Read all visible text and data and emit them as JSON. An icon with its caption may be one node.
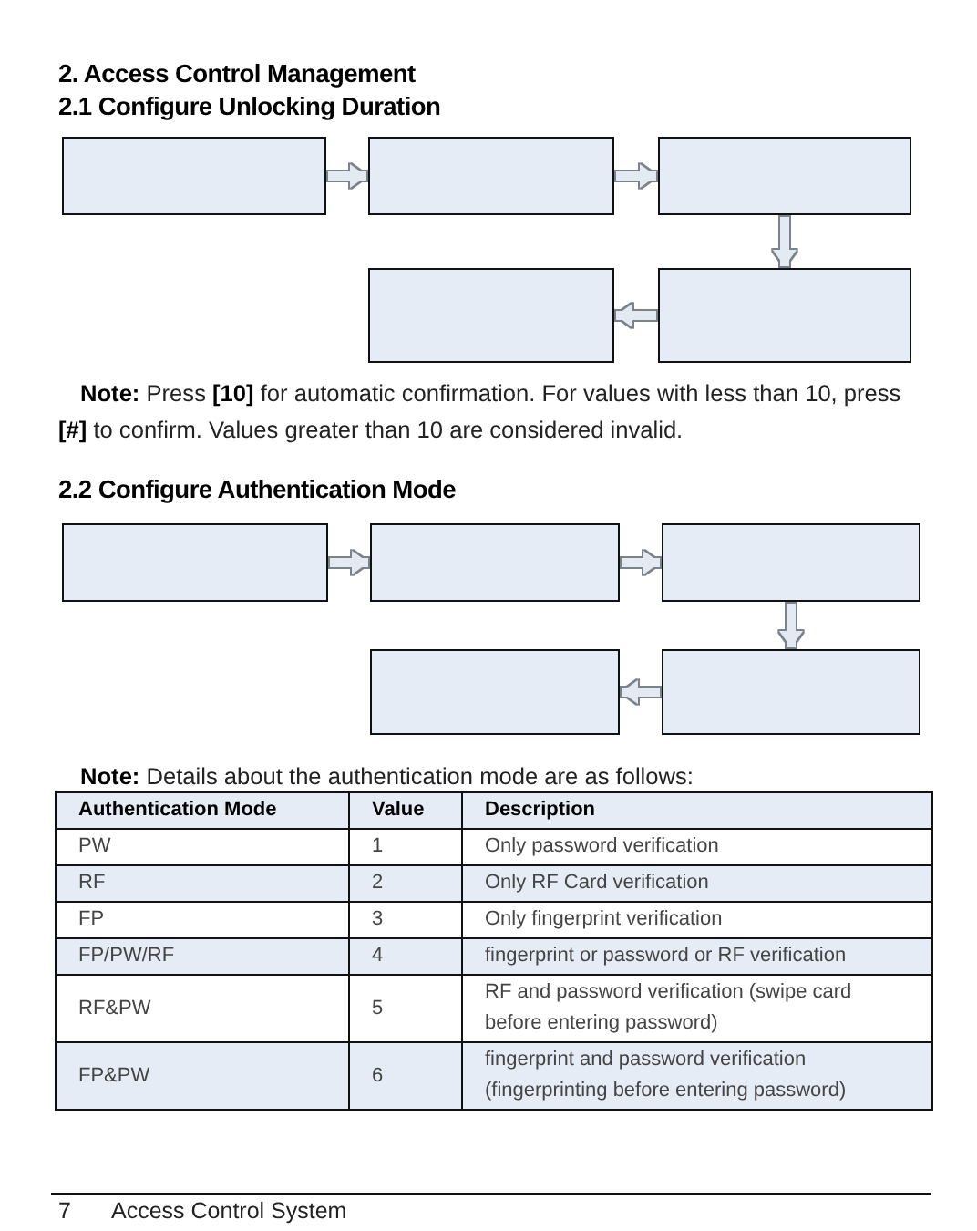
{
  "diagram": {
    "title": "2. Access Control Management",
    "nodes": [
      {
        "text": [],
        "shape": "box"
      },
      {
        "text": [],
        "shape": "box"
      },
      {
        "text": [],
        "shape": "box"
      },
      {
        "text": [],
        "shape": "box"
      },
      {
        "text": [],
        "shape": "box"
      },
      {
        "text": [],
        "shape": "box"
      },
      {
        "text": [],
        "shape": "box"
      },
      {
        "text": [],
        "shape": "box"
      },
      {
        "text": [],
        "shape": "box"
      },
      {
        "text": [],
        "shape": "box"
      }
    ],
    "edges": [
      {
        "from": 0,
        "to": 1,
        "arrow": "to"
      },
      {
        "from": 1,
        "to": 2,
        "arrow": "to"
      },
      {
        "from": 2,
        "to": 4,
        "arrow": "to"
      },
      {
        "from": 4,
        "to": 3,
        "arrow": "to"
      },
      {
        "from": 5,
        "to": 6,
        "arrow": "to"
      },
      {
        "from": 6,
        "to": 7,
        "arrow": "to"
      },
      {
        "from": 7,
        "to": 9,
        "arrow": "to"
      },
      {
        "from": 9,
        "to": 8,
        "arrow": "to"
      }
    ],
    "labels": [
      "2.1 Configure Unlocking Duration",
      "**Note:** Press **[10]** for automatic confirmation. For values with less than 10, press **[#]** to confirm. Values greater than 10 are considered invalid.",
      "2.2 Configure Authentication Mode",
      "**Note:** Details about the authentication mode are as follows:",
      "Authentication Mode",
      "Value",
      "Description",
      "PW",
      "1",
      "Only password verification",
      "RF",
      "2",
      "Only RF Card verification",
      "FP",
      "3",
      "Only fingerprint verification",
      "FP/PW/RF",
      "4",
      "fingerprint or password or RF verification",
      "RF&PW",
      "5",
      "RF and password verification (swipe card before entering password)",
      "FP&PW",
      "6",
      "fingerprint and password verification (fingerprinting before entering password)",
      "7",
      "Access Control System"
    ]
  }
}
